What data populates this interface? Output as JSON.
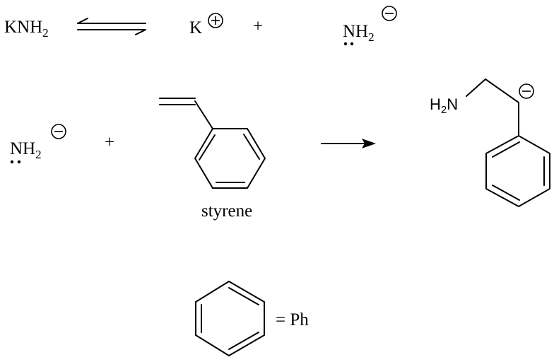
{
  "reaction1": {
    "reactant": {
      "main": "KNH",
      "sub": "2"
    },
    "cation": {
      "main": "K"
    },
    "plus": "+",
    "anion": {
      "main": "NH",
      "sub": "2"
    }
  },
  "reaction2": {
    "anion": {
      "main": "NH",
      "sub": "2"
    },
    "plus": "+",
    "styrene_label": "styrene",
    "product": {
      "h": "H",
      "sub": "2",
      "n": "N"
    }
  },
  "legend": {
    "label": "= Ph"
  }
}
